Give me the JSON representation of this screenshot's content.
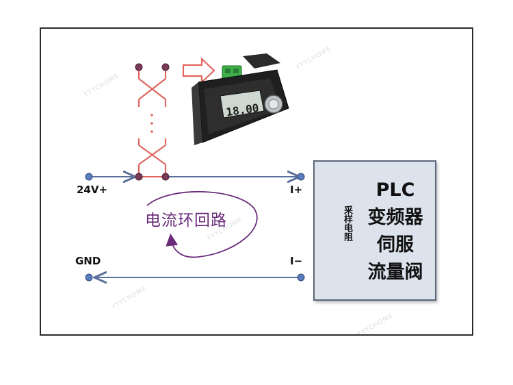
{
  "labels": {
    "supply_pos": "24V+",
    "gnd": "GND",
    "i_plus": "I+",
    "i_minus": "I−",
    "loop": "电流环回路",
    "resistor": "采样电阻",
    "plc_lines": [
      "PLC",
      "变频器",
      "伺服",
      "流量阀"
    ]
  },
  "device": {
    "display_value": "18.00"
  },
  "watermark": "YYYCHOME",
  "colors": {
    "wire": "#5a6f9a",
    "node_fill": "#5a7cbd",
    "tap_node_fill": "#7a3a55",
    "jumper": "#e0655e",
    "loop": "#6a2c7a",
    "resistor": "#f0b400",
    "plc_box": "#dde3ec"
  }
}
